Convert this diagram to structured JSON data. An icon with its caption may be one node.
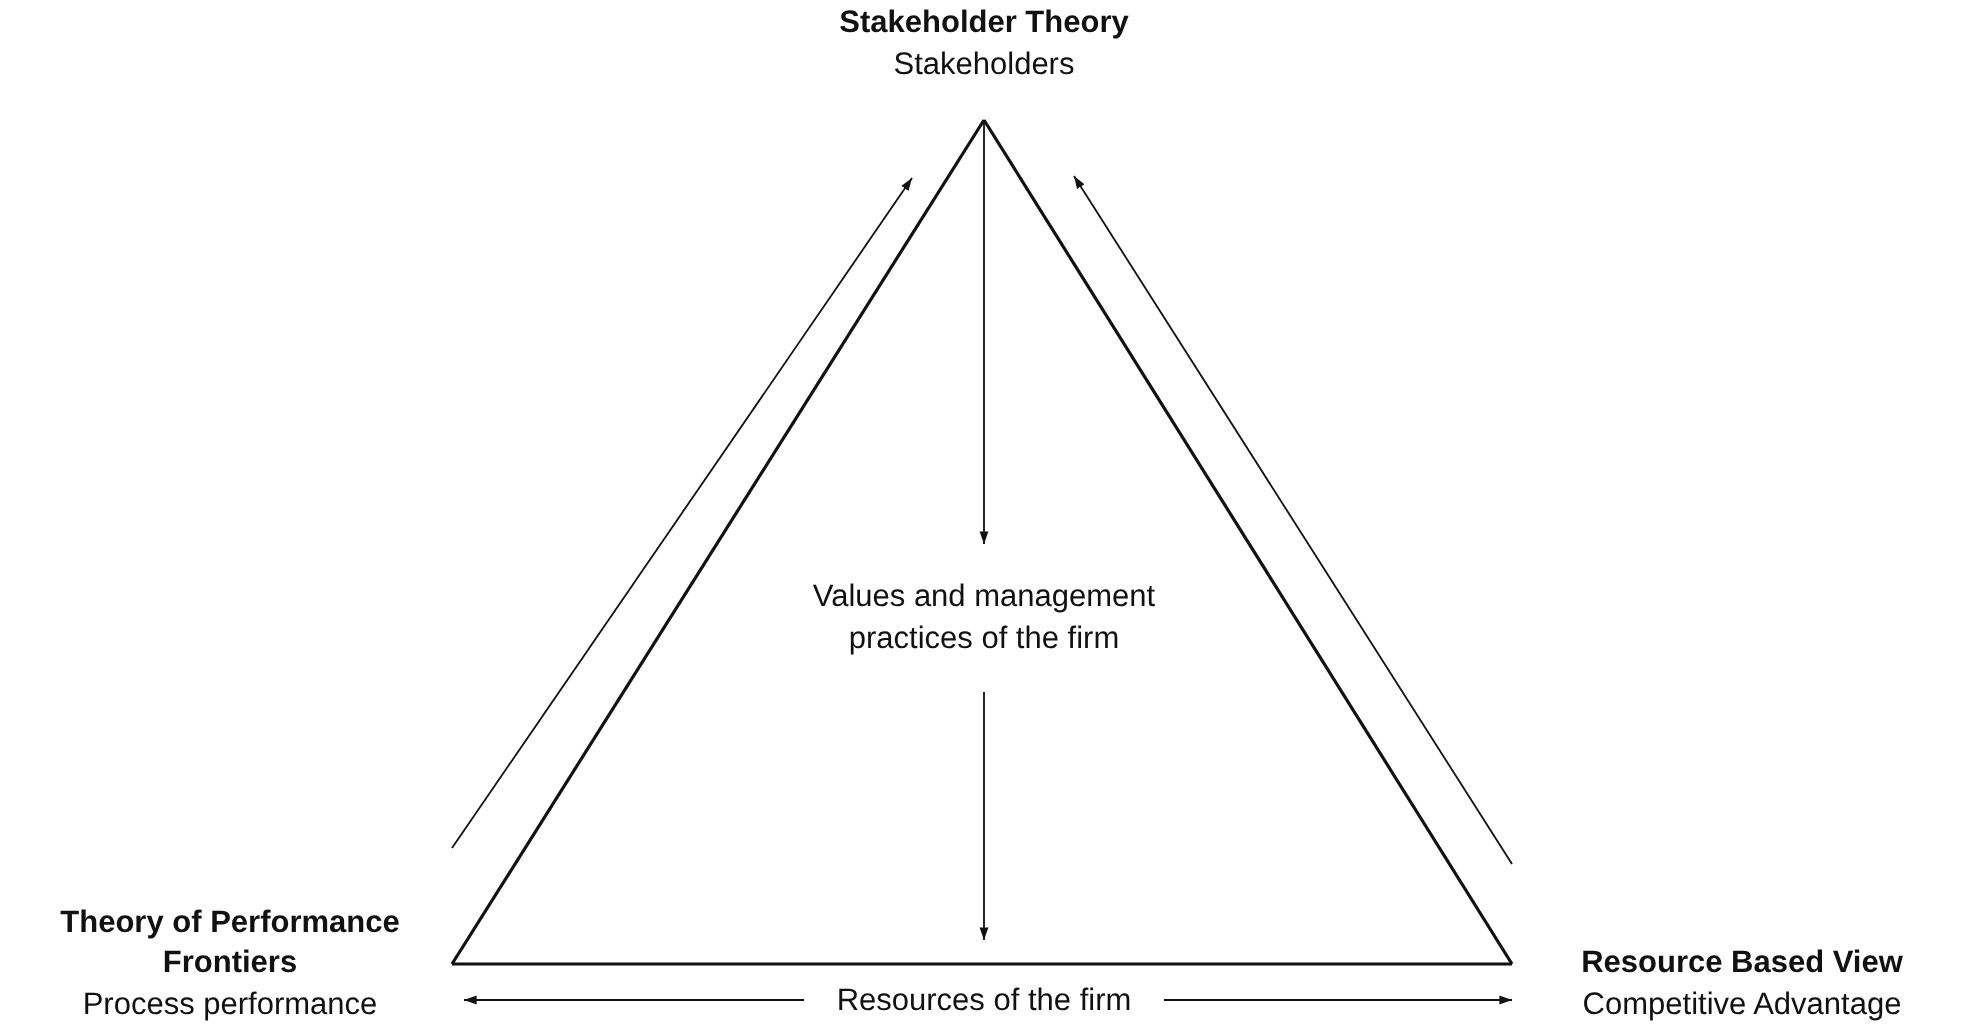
{
  "diagram": {
    "nodes": [
      {
        "text": [
          "Stakeholder Theory",
          "Stakeholders"
        ]
      },
      {
        "text": [
          "Theory of Performance Frontiers",
          "Process performance"
        ]
      },
      {
        "text": [
          "Resource Based View",
          "Competitive Advantage"
        ]
      },
      {
        "text": [
          "Values and management practices of the firm"
        ]
      },
      {
        "text": [
          "Resources of the firm"
        ]
      }
    ],
    "edges": [
      {
        "from": 0,
        "to": 1,
        "arrow": "none"
      },
      {
        "from": 1,
        "to": 2,
        "arrow": "none"
      },
      {
        "from": 2,
        "to": 0,
        "arrow": "none"
      },
      {
        "from": 1,
        "to": 0,
        "arrow": "to"
      },
      {
        "from": 2,
        "to": 0,
        "arrow": "to"
      },
      {
        "from": 0,
        "to": 3,
        "arrow": "to"
      },
      {
        "from": 3,
        "to": 4,
        "arrow": "to"
      },
      {
        "from": 4,
        "to": 1,
        "arrow": "to"
      },
      {
        "from": 4,
        "to": 2,
        "arrow": "to"
      }
    ]
  }
}
